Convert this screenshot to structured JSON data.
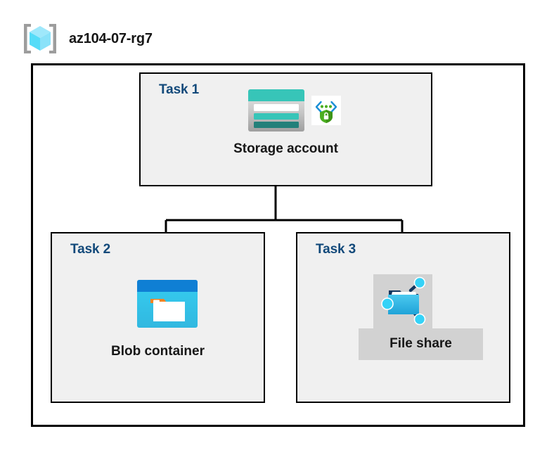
{
  "header": {
    "icon": "resource-group-cube-icon",
    "title": "az104-07-rg7"
  },
  "diagram": {
    "container_label": "resource-group-boundary",
    "tasks": [
      {
        "id": "task1",
        "label": "Task 1",
        "node_label": "Storage account",
        "icons": [
          "storage-account-icon",
          "private-endpoint-shield-icon"
        ]
      },
      {
        "id": "task2",
        "label": "Task 2",
        "node_label": "Blob container",
        "icons": [
          "blob-container-icon"
        ]
      },
      {
        "id": "task3",
        "label": "Task 3",
        "node_label": "File share",
        "icons": [
          "file-share-icon"
        ],
        "selected": "true"
      }
    ],
    "connectors": [
      {
        "from": "task1",
        "to": "task2"
      },
      {
        "from": "task1",
        "to": "task3"
      }
    ]
  },
  "colors": {
    "task_label": "#12497a",
    "node_label": "#171717",
    "task_box_fill": "#f0f0f0",
    "container_fill": "#ffffff",
    "border": "#000000",
    "storage_teal": "#37c5b8",
    "storage_teal_dark": "#23807a",
    "blob_blue": "#0f7fd4",
    "blob_cyan": "#32c8f0",
    "blob_orange": "#f28322",
    "fileshare_blue": "#34bae8",
    "fileshare_navy": "#12355e",
    "shield_green": "#4caf21",
    "cube_cyan": "#32d0f5",
    "selection_gray": "#d2d2d2"
  }
}
